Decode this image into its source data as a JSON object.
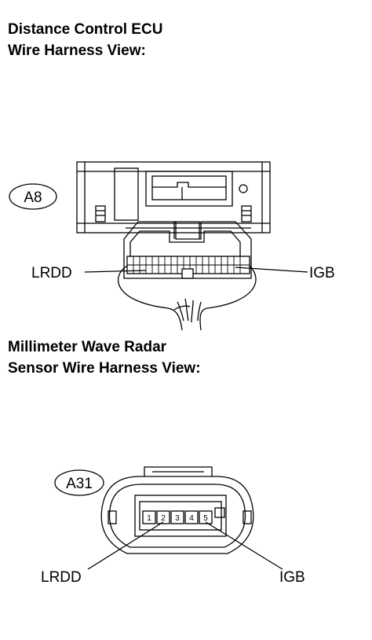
{
  "section1": {
    "title_line1": "Distance Control ECU",
    "title_line2": "Wire Harness View:",
    "connector_code": "A8",
    "left_label": "LRDD",
    "right_label": "IGB"
  },
  "section2": {
    "title_line1": "Millimeter Wave Radar",
    "title_line2": "Sensor Wire Harness View:",
    "connector_code": "A31",
    "pins": [
      "1",
      "2",
      "3",
      "4",
      "5"
    ],
    "left_label": "LRDD",
    "right_label": "IGB"
  }
}
